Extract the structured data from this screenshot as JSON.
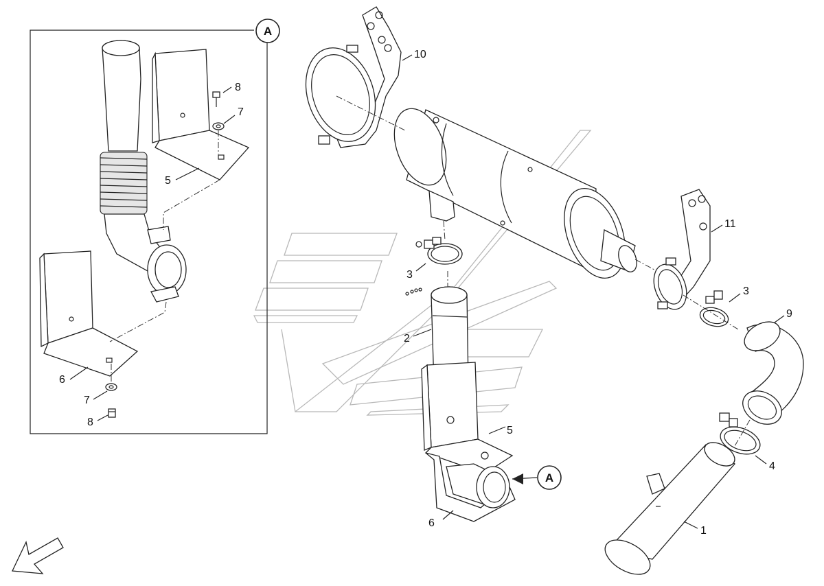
{
  "detail_box": {
    "badge": "A",
    "callouts": [
      "8",
      "7",
      "5",
      "6",
      "7",
      "8"
    ]
  },
  "main": {
    "callouts": [
      "10",
      "11",
      "3",
      "3",
      "9",
      "2",
      "5",
      "4",
      "6",
      "1"
    ],
    "detail_ref": "A"
  },
  "colors": {
    "line": "#222222",
    "shade": "#e6e6e6",
    "watermark": "#b8b8b8"
  },
  "icons": {
    "direction_arrow": "arrow-down-left-icon"
  }
}
